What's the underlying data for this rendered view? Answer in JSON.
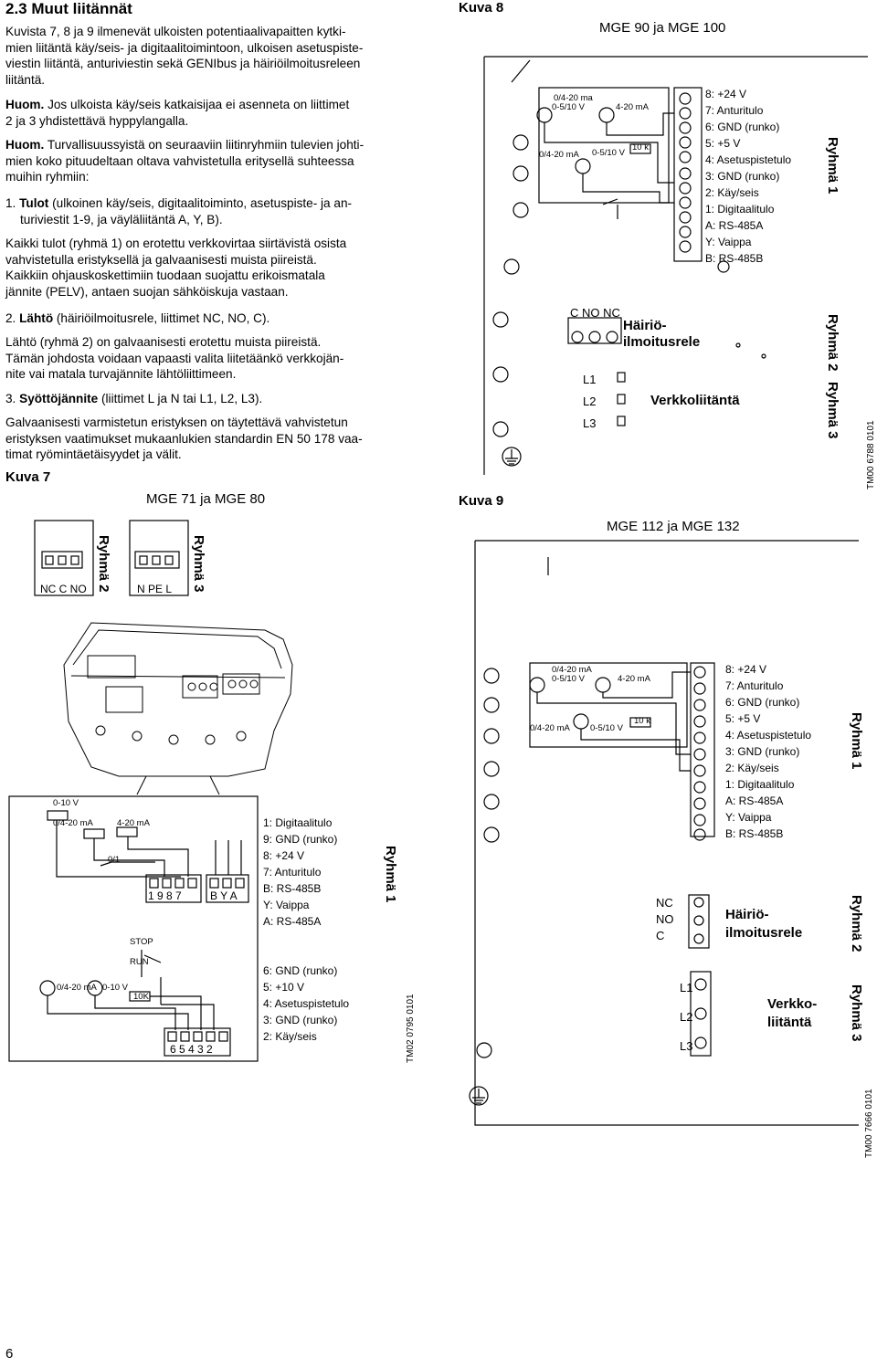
{
  "section": {
    "heading": "2.3 Muut liitännät",
    "p1": [
      "Kuvista 7, 8 ja 9 ilmenevät ulkoisten potentiaalivapaitten kytki-",
      "mien liitäntä käy/seis- ja digitaalitoimintoon, ulkoisen asetuspiste-",
      "viestin liitäntä, anturiviestin sekä GENIbus ja häiriöilmoitusreleen",
      "liitäntä."
    ],
    "note1_bold": "Huom.",
    "note1": [
      " Jos ulkoista käy/seis katkaisijaa ei asenneta on liittimet",
      "2 ja 3 yhdistettävä hyppylangalla."
    ],
    "note2_bold": "Huom.",
    "note2": [
      " Turvallisuussyistä on seuraaviin liitinryhmiin tulevien johti-",
      "mien koko pituudeltaan oltava vahvistetulla eritysellä suhteessa",
      "muihin ryhmiin:"
    ],
    "item1_prefix": "1. ",
    "item1_bold": "Tulot",
    "item1": [
      " (ulkoinen käy/seis, digitaalitoiminto, asetuspiste- ja an-",
      "turiviestit 1-9, ja väyläliitäntä  A, Y, B)."
    ],
    "p2": [
      "Kaikki tulot (ryhmä 1) on erotettu verkkovirtaa siirtävistä osista",
      "vahvistetulla eristyksellä ja galvaanisesti muista piireistä.",
      "Kaikkiin ohjauskoskettimiin tuodaan suojattu erikoismatala",
      "jännite (PELV), antaen suojan sähköiskuja vastaan."
    ],
    "item2_prefix": "2. ",
    "item2_bold": "Lähtö",
    "item2": " (häiriöilmoitusrele, liittimet NC, NO, C).",
    "p3": [
      "Lähtö (ryhmä 2) on galvaanisesti erotettu muista piireistä.",
      "Tämän johdosta voidaan vapaasti valita liitetäänkö verkkojän-",
      "nite vai matala turvajännite lähtöliittimeen."
    ],
    "item3_prefix": "3. ",
    "item3_bold": "Syöttöjännite",
    "item3": " (liittimet L ja N tai L1, L2, L3).",
    "p4": [
      "Galvaanisesti varmistetun eristyksen on täytettävä vahvistetun",
      "eristyksen vaatimukset mukaanlukien standardin EN 50 178 vaa-",
      "timat ryömintäetäisyydet ja välit."
    ]
  },
  "fig7": {
    "caption": "Kuva 7",
    "title": "MGE 71 ja MGE 80",
    "group2": "Ryhmä 2",
    "group3": "Ryhmä 3",
    "group1": "Ryhmä 1",
    "term_g2": "NC C NO",
    "term_g3": "N PE L",
    "sig1": "0-10 V",
    "sig2": "0/4-20 mA",
    "sig3": "4-20 mA",
    "sig4": "0/1",
    "nums_top": "1  9  8  7",
    "nums_bus": "B  Y  A",
    "stop": "STOP",
    "run": "RUN",
    "sig5": "0/4-20 mA",
    "sig6": "0-10 V",
    "res": "10K",
    "nums_bot": "6  5  4  3  2",
    "legend_top": [
      "1: Digitaalitulo",
      "9: GND (runko)",
      "8: +24 V",
      "7: Anturitulo",
      "B: RS-485B",
      "Y: Vaippa",
      "A: RS-485A"
    ],
    "legend_bot": [
      "6: GND (runko)",
      "5: +10 V",
      "4: Asetuspistetulo",
      "3: GND (runko)",
      "2: Käy/seis"
    ],
    "tm": "TM02 0795 0101"
  },
  "fig8": {
    "caption": "Kuva 8",
    "title": "MGE 90 ja MGE 100",
    "sig1": "0/4-20 ma",
    "sig2": "0-5/10 V",
    "sig3": "4-20 mA",
    "sig4": "10 k",
    "sig5": "0/4-20 mA",
    "sig6": "0-5/10 V",
    "legend": [
      "8: +24 V",
      "7: Anturitulo",
      "6: GND (runko)",
      "5: +5 V",
      "4: Asetuspistetulo",
      "3: GND (runko)",
      "2: Käy/seis",
      "1: Digitaalitulo",
      "A: RS-485A",
      "Y: Vaippa",
      "B: RS-485B"
    ],
    "relay_terms": "C NO NC",
    "relay_label": [
      "Häiriö-",
      "ilmoitusrele"
    ],
    "mains_terms": [
      "L1",
      "L2",
      "L3"
    ],
    "mains_label": "Verkkoliitäntä",
    "group1": "Ryhmä 1",
    "group2": "Ryhmä 2",
    "group3": "Ryhmä 3",
    "tm": "TM00 6788 0101"
  },
  "fig9": {
    "caption": "Kuva 9",
    "title": "MGE 112 ja MGE 132",
    "sig1": "0/4-20 mA",
    "sig2": "0-5/10 V",
    "sig3": "4-20 mA",
    "sig4": "10 k",
    "sig5": "0/4-20 mA",
    "sig6": "0-5/10 V",
    "legend": [
      "8: +24 V",
      "7: Anturitulo",
      "6: GND (runko)",
      "5: +5 V",
      "4: Asetuspistetulo",
      "3: GND (runko)",
      "2: Käy/seis",
      "1: Digitaalitulo",
      "A: RS-485A",
      "Y: Vaippa",
      "B: RS-485B"
    ],
    "relay_terms": [
      "NC",
      "NO",
      "C"
    ],
    "relay_label": [
      "Häiriö-",
      "ilmoitusrele"
    ],
    "mains_terms": [
      "L1",
      "L2",
      "L3"
    ],
    "mains_label": [
      "Verkko-",
      "liitäntä"
    ],
    "group1": "Ryhmä 1",
    "group2": "Ryhmä 2",
    "group3": "Ryhmä 3",
    "tm": "TM00 7666 0101"
  },
  "page_number": "6"
}
